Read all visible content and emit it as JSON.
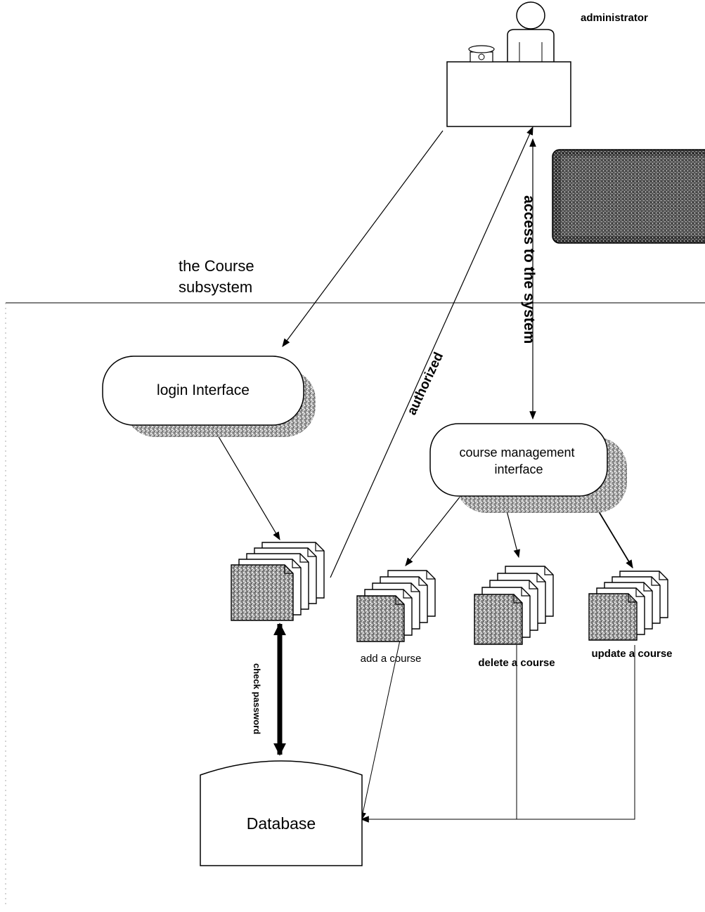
{
  "actor": {
    "label": "administrator",
    "icon": "administrator-at-desk-icon"
  },
  "note": {
    "text_lines": [],
    "legible": false
  },
  "boundary": {
    "label_lines": [
      "the Course",
      "subsystem"
    ]
  },
  "nodes": {
    "login_interface": "login Interface",
    "course_management_interface": [
      "course management",
      "interface"
    ],
    "database": "Database"
  },
  "page_stacks": {
    "add": "add a course",
    "delete": "delete a course",
    "update": "update a course"
  },
  "edges": {
    "access": "access to the system",
    "authorized": "authorized",
    "check_password": "check password"
  }
}
